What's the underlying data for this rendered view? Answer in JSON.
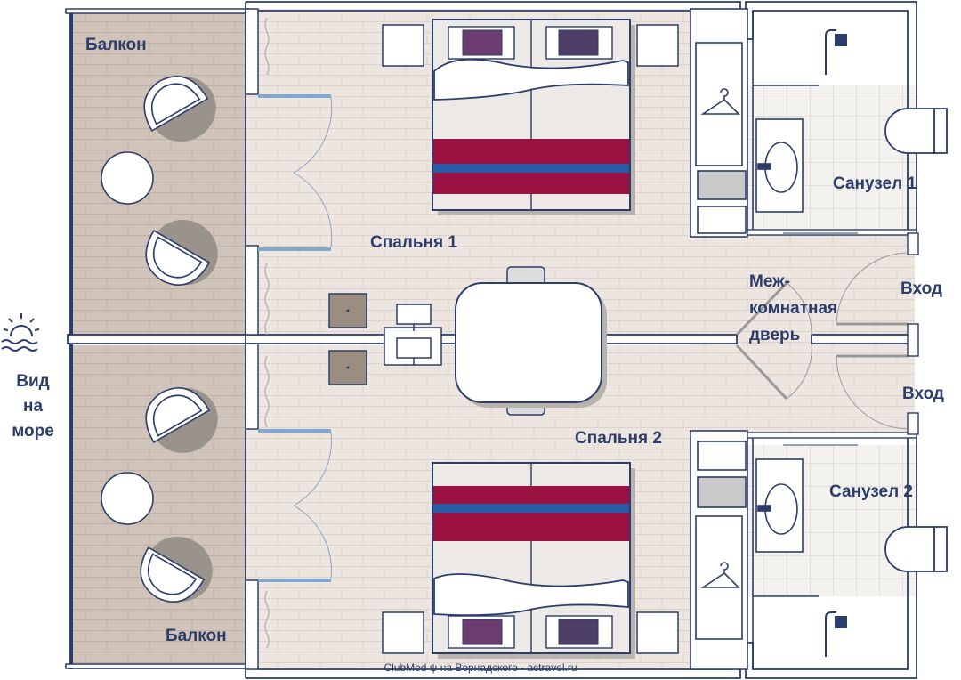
{
  "labels": {
    "balcony_top": "Балкон",
    "balcony_bottom": "Балкон",
    "bedroom1": "Спальня 1",
    "bedroom2": "Спальня 2",
    "bathroom1": "Санузел 1",
    "bathroom2": "Санузел 2",
    "entrance1": "Вход",
    "entrance2": "Вход",
    "interior_door_1": "Меж-",
    "interior_door_2": "комнатная",
    "interior_door_3": "дверь",
    "sea_view_1": "Вид",
    "sea_view_2": "на",
    "sea_view_3": "море"
  },
  "footer": "ClubMed ψ на Вернадского · actravel.ru",
  "colors": {
    "wall": "#2c3d6b",
    "floor": "#ede6e0",
    "balcony": "#d0c3b9",
    "bathroom_tile": "#f4f2ef",
    "bed_stripe_red": "#9b1142",
    "bed_stripe_blue": "#2b5aa7"
  },
  "icons": [
    "sun-sea-icon",
    "hanger-icon",
    "shower-icon",
    "sink-icon",
    "toilet-icon",
    "monitor-icon"
  ]
}
